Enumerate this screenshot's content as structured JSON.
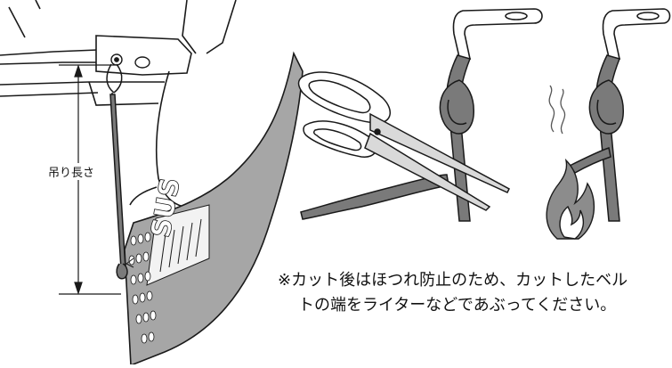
{
  "labels": {
    "hanging_length": "吊り長さ"
  },
  "note": {
    "line1": "※カット後はほつれ防止のため、カットしたベル",
    "line2": "トの端をライターなどであぶってください。"
  },
  "mudflap": {
    "logo_text": "SUS"
  },
  "colors": {
    "line": "#1a1a1a",
    "flap_gray": "#a6a6a6",
    "belt_gray": "#7a7a7a",
    "flame_gray": "#8c8c8c"
  }
}
